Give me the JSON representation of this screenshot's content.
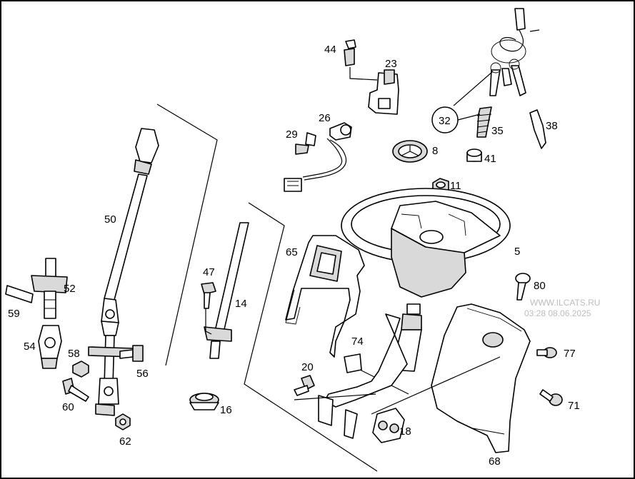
{
  "callouts": [
    {
      "id": "n44",
      "text": "44"
    },
    {
      "id": "n23",
      "text": "23"
    },
    {
      "id": "n32",
      "text": "32"
    },
    {
      "id": "n35",
      "text": "35"
    },
    {
      "id": "n38",
      "text": "38"
    },
    {
      "id": "n26",
      "text": "26"
    },
    {
      "id": "n29",
      "text": "29"
    },
    {
      "id": "n8",
      "text": "8"
    },
    {
      "id": "n41",
      "text": "41"
    },
    {
      "id": "n11",
      "text": "11"
    },
    {
      "id": "n50",
      "text": "50"
    },
    {
      "id": "n65",
      "text": "65"
    },
    {
      "id": "n5",
      "text": "5"
    },
    {
      "id": "n47",
      "text": "47"
    },
    {
      "id": "n14",
      "text": "14"
    },
    {
      "id": "n80",
      "text": "80"
    },
    {
      "id": "n52",
      "text": "52"
    },
    {
      "id": "n59",
      "text": "59"
    },
    {
      "id": "n54",
      "text": "54"
    },
    {
      "id": "n58",
      "text": "58"
    },
    {
      "id": "n56",
      "text": "56"
    },
    {
      "id": "n74",
      "text": "74"
    },
    {
      "id": "n77",
      "text": "77"
    },
    {
      "id": "n20",
      "text": "20"
    },
    {
      "id": "n60",
      "text": "60"
    },
    {
      "id": "n71",
      "text": "71"
    },
    {
      "id": "n16",
      "text": "16"
    },
    {
      "id": "n18",
      "text": "18"
    },
    {
      "id": "n62",
      "text": "62"
    },
    {
      "id": "n68",
      "text": "68"
    }
  ],
  "watermark": {
    "line1": "WWW.ILCATS.RU",
    "line2": "03:28 08.06.2025"
  }
}
